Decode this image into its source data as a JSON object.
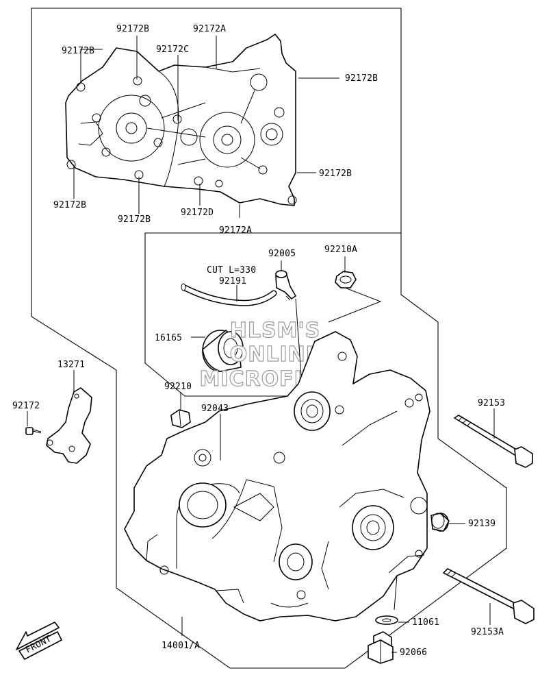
{
  "callouts": {
    "c_92172B_1": "92172B",
    "c_92172A_1": "92172A",
    "c_92172B_2": "92172B",
    "c_92172C": "92172C",
    "c_92172B_3": "92172B",
    "c_92172B_4": "92172B",
    "c_92172B_5": "92172B",
    "c_92172B_6": "92172B",
    "c_92172D": "92172D",
    "c_92172A_2": "92172A",
    "c_92005": "92005",
    "c_92210A": "92210A",
    "c_cut": "CUT L=330",
    "c_92191": "92191",
    "c_16165": "16165",
    "c_13271": "13271",
    "c_92210": "92210",
    "c_92043": "92043",
    "c_92172": "92172",
    "c_92153": "92153",
    "c_92139": "92139",
    "c_11061": "11061",
    "c_92066": "92066",
    "c_92153A": "92153A",
    "c_14001A": "14001/A"
  },
  "front_arrow": "FRONT",
  "watermark": [
    "HLSM'S",
    "ONLINE",
    "MICROFICHE"
  ]
}
